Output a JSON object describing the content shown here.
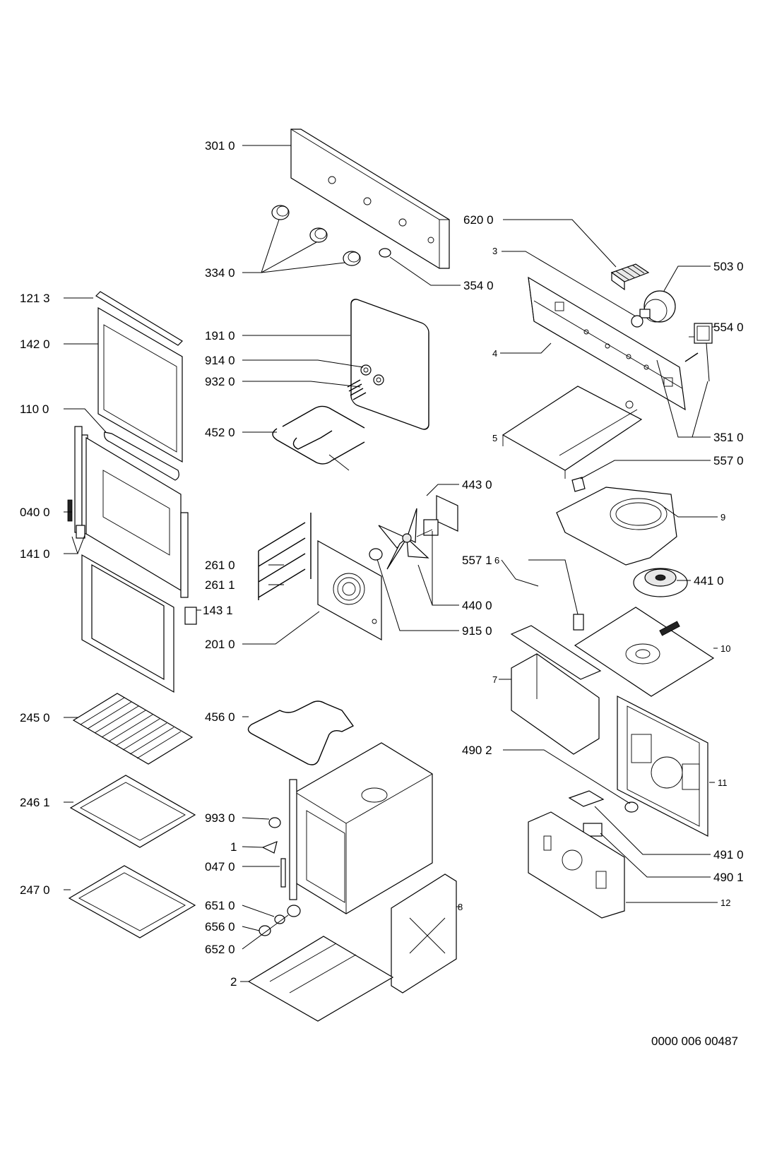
{
  "labels": {
    "l3010": "301 0",
    "l3340": "334 0",
    "l3540": "354 0",
    "l6200": "620 0",
    "l3": "3",
    "l5030": "503 0",
    "l1213": "121 3",
    "l1420": "142 0",
    "l1910": "191 0",
    "l5540": "554 0",
    "l4": "4",
    "l9140": "914 0",
    "l9320": "932 0",
    "l1100": "110 0",
    "l4520": "452 0",
    "l5": "5",
    "l3510": "351 0",
    "l5570": "557 0",
    "l4430": "443 0",
    "l0400": "040 0",
    "l9": "9",
    "l1410": "141 0",
    "l2610": "261 0",
    "l2611": "261 1",
    "l5571": "557 1",
    "l4410": "441 0",
    "l6": "6",
    "l1431": "143 1",
    "l4400": "440 0",
    "l9150": "915 0",
    "l2010": "201 0",
    "l10": "10",
    "l7": "7",
    "l2450": "245 0",
    "l4560": "456 0",
    "l4902": "490 2",
    "l11": "11",
    "l2461": "246 1",
    "l9930": "993 0",
    "l1": "1",
    "l0470": "047 0",
    "l4910": "491 0",
    "l4901": "490 1",
    "l2470": "247 0",
    "l12": "12",
    "l8": "8",
    "l6510": "651 0",
    "l6560": "656 0",
    "l6520": "652 0",
    "l2": "2"
  },
  "document_number": "0000 006 00487"
}
